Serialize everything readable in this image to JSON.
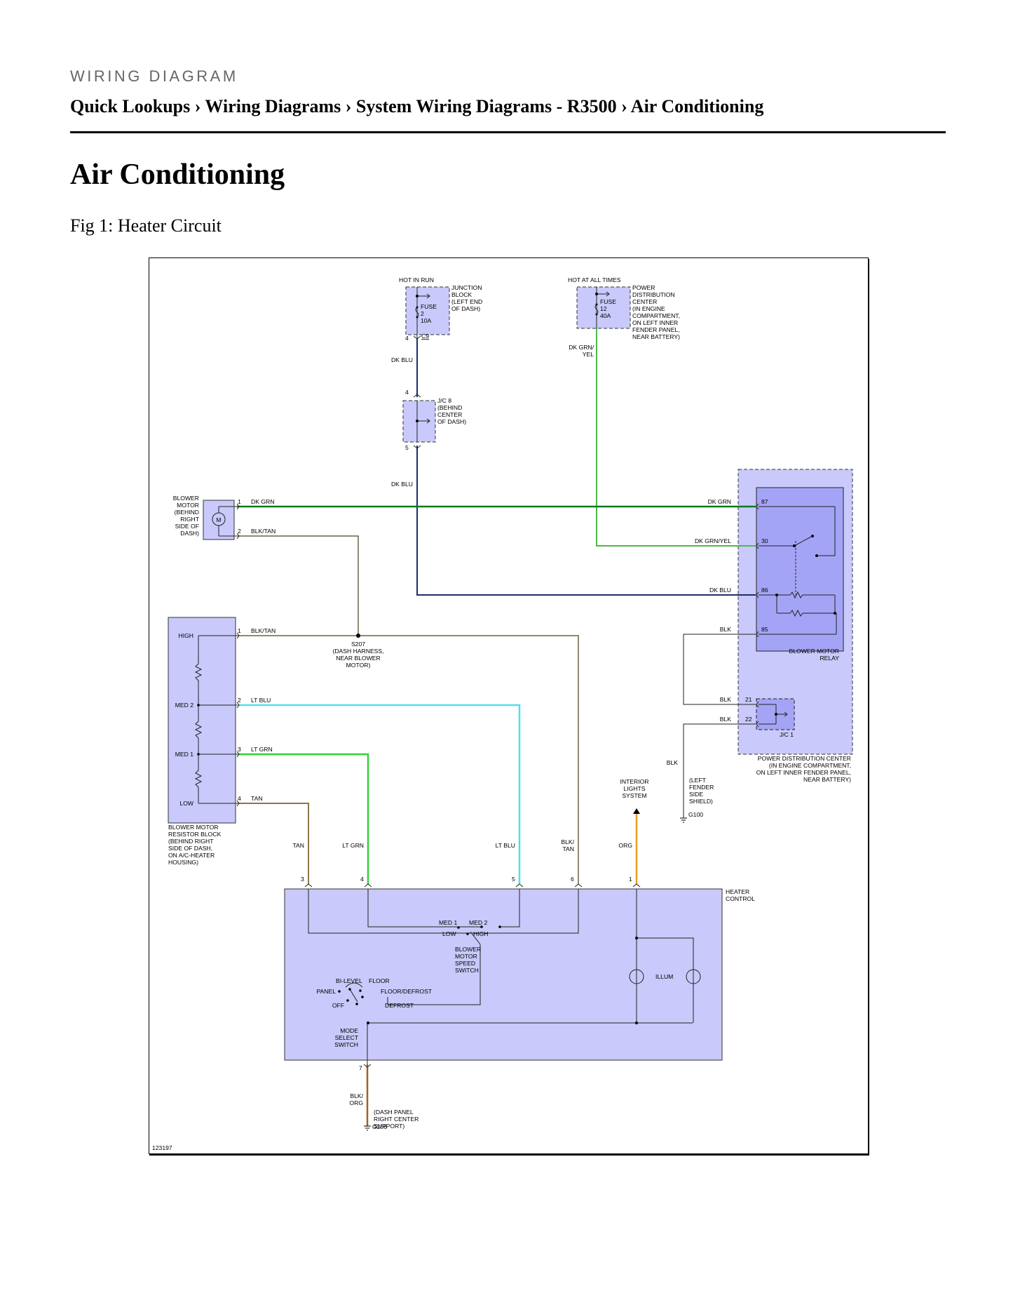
{
  "page": {
    "kicker": "WIRING DIAGRAM",
    "breadcrumb": "Quick Lookups › Wiring Diagrams › System Wiring Diagrams - R3500 › Air Conditioning",
    "title": "Air Conditioning",
    "figure_caption": "Fig 1: Heater Circuit",
    "figure_id": "123197"
  },
  "colors": {
    "component_fill": "#c9c9fb",
    "relay_fill": "#a4a4f7",
    "dk_blu": "#1f2e6b",
    "dk_grn": "#0a7a1c",
    "dk_grn_yel": "#4fb848",
    "blk_tan": "#6b6243",
    "lt_blu": "#4fe0f0",
    "lt_grn": "#36d23a",
    "tan": "#8d7648",
    "org": "#e8a21c",
    "blk_org": "#a4601e",
    "blk": "#222222"
  },
  "labels": {
    "hot_in_run": "HOT IN RUN",
    "hot_at_all_times": "HOT AT ALL TIMES",
    "junction_block": [
      "JUNCTION",
      "BLOCK",
      "(LEFT END",
      "OF DASH)"
    ],
    "fuse2": [
      "FUSE",
      "2",
      "10A"
    ],
    "fuse12": [
      "FUSE",
      "12",
      "40A"
    ],
    "pdc_top": [
      "POWER",
      "DISTRIBUTION",
      "CENTER",
      "(IN ENGINE",
      "COMPARTMENT,",
      "ON LEFT INNER",
      "FENDER PANEL,",
      "NEAR BATTERY)"
    ],
    "pin4_a": "4",
    "c9": "C9",
    "dk_grn_yel_label": [
      "DK GRN/",
      "YEL"
    ],
    "dk_blu_1": "DK BLU",
    "pin4_b": "4",
    "jc8": [
      "J/C 8",
      "(BEHIND",
      "CENTER",
      "OF DASH)"
    ],
    "pin5_jc8": "5",
    "dk_blu_2": "DK BLU",
    "blower_motor": [
      "BLOWER",
      "MOTOR",
      "(BEHIND",
      "RIGHT",
      "SIDE OF",
      "DASH)"
    ],
    "motor_symbol": "M",
    "bm_pin1": "1",
    "bm_pin2": "2",
    "dk_grn_left": "DK GRN",
    "blk_tan_top": "BLK/TAN",
    "dk_grn_right": "DK GRN",
    "dk_grn_yel_right": "DK GRN/YEL",
    "dk_blu_right": "DK BLU",
    "blk_85": "BLK",
    "relay_pin87": "87",
    "relay_pin30": "30",
    "relay_pin86": "86",
    "relay_pin85": "85",
    "blower_motor_relay": [
      "BLOWER MOTOR",
      "RELAY"
    ],
    "blk_21": "BLK",
    "blk_22": "BLK",
    "pin21": "21",
    "pin22": "22",
    "jc1": "J/C 1",
    "pdc_bottom": [
      "POWER DISTRIBUTION CENTER",
      "(IN ENGINE COMPARTMENT,",
      "ON LEFT INNER FENDER PANEL,",
      "NEAR BATTERY)"
    ],
    "blk_g100": "BLK",
    "g100_loc": [
      "(LEFT",
      "FENDER",
      "SIDE",
      "SHIELD)"
    ],
    "g100": "G100",
    "interior_lights": [
      "INTERIOR",
      "LIGHTS",
      "SYSTEM"
    ],
    "resistor_high": "HIGH",
    "resistor_med2": "MED 2",
    "resistor_med1": "MED 1",
    "resistor_low": "LOW",
    "r_pin1": "1",
    "r_pin2": "2",
    "r_pin3": "3",
    "r_pin4": "4",
    "blk_tan_mid": "BLK/TAN",
    "lt_blu_wire": "LT BLU",
    "lt_grn_wire": "LT GRN",
    "tan_wire": "TAN",
    "s207": [
      "S207",
      "(DASH HARNESS,",
      "NEAR BLOWER",
      "MOTOR)"
    ],
    "resistor_block": [
      "BLOWER MOTOR",
      "RESISTOR BLOCK",
      "(BEHIND RIGHT",
      "SIDE OF DASH,",
      "ON A/C-HEATER",
      "HOUSING)"
    ],
    "tan_down": "TAN",
    "lt_grn_down": "LT GRN",
    "lt_blu_down": "LT BLU",
    "blk_tan_down": [
      "BLK/",
      "TAN"
    ],
    "org_down": "ORG",
    "hc_pin3": "3",
    "hc_pin4": "4",
    "hc_pin5": "5",
    "hc_pin6": "6",
    "hc_pin1": "1",
    "heater_control": [
      "HEATER",
      "CONTROL"
    ],
    "sw_med1": "MED 1",
    "sw_med2": "MED 2",
    "sw_low": "LOW",
    "sw_high": "HIGH",
    "blower_speed_switch": [
      "BLOWER",
      "MOTOR",
      "SPEED",
      "SWITCH"
    ],
    "bi_level": "BI-LEVEL",
    "floor": "FLOOR",
    "panel": "PANEL",
    "floor_defrost": "FLOOR/DEFROST",
    "off": "OFF",
    "defrost": "DEFROST",
    "mode_select": [
      "MODE",
      "SELECT",
      "SWITCH"
    ],
    "illum": "ILLUM",
    "hc_pin7": "7",
    "blk_org": [
      "BLK/",
      "ORG"
    ],
    "g206_loc": [
      "(DASH PANEL",
      "RIGHT CENTER",
      "SUPPORT)"
    ],
    "g206": "G206"
  }
}
